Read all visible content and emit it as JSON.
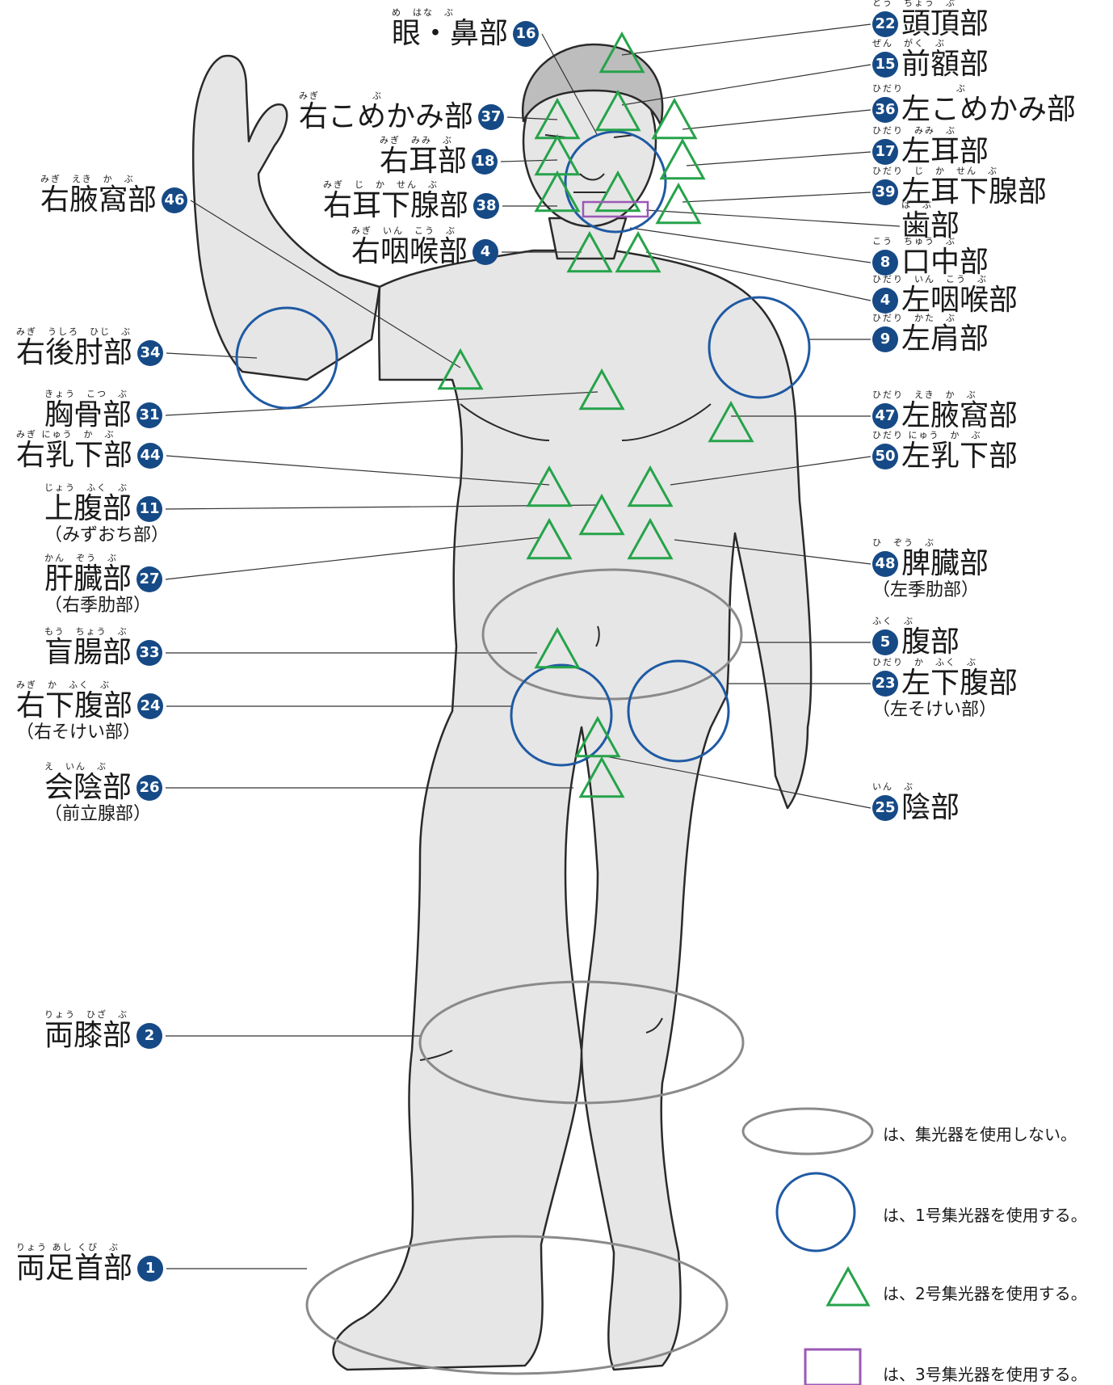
{
  "colors": {
    "body_fill": "#e8e8e8",
    "body_stroke": "#2a2a2a",
    "no_collector": "#8a8a8a",
    "collector_1": "#1f5aa3",
    "collector_2": "#26a34a",
    "collector_3": "#9b59b6",
    "badge": "#164a86"
  },
  "labels_left": [
    {
      "id": "16",
      "text": "眼・鼻部",
      "ruby": "め　はな　ぶ",
      "sub": ""
    },
    {
      "id": "37",
      "text": "右こめかみ部",
      "ruby": "みぎ　　　　　ぶ",
      "sub": ""
    },
    {
      "id": "18",
      "text": "右耳部",
      "ruby": "みぎ　みみ　ぶ",
      "sub": ""
    },
    {
      "id": "46",
      "text": "右腋窩部",
      "ruby": "みぎ　えき　か　ぶ",
      "sub": ""
    },
    {
      "id": "38",
      "text": "右耳下腺部",
      "ruby": "みぎ　じ　か　せん　ぶ",
      "sub": ""
    },
    {
      "id": "4",
      "text": "右咽喉部",
      "ruby": "みぎ　いん　こう　ぶ",
      "sub": ""
    },
    {
      "id": "34",
      "text": "右後肘部",
      "ruby": "みぎ　うしろ　ひじ　ぶ",
      "sub": ""
    },
    {
      "id": "31",
      "text": "胸骨部",
      "ruby": "きょう　こつ　ぶ",
      "sub": ""
    },
    {
      "id": "44",
      "text": "右乳下部",
      "ruby": "みぎ にゅう　か　ぶ",
      "sub": ""
    },
    {
      "id": "11",
      "text": "上腹部",
      "ruby": "じょう　ふく　ぶ",
      "sub": "（みずおち部）"
    },
    {
      "id": "27",
      "text": "肝臓部",
      "ruby": "かん　ぞう　ぶ",
      "sub": "（右季肋部）"
    },
    {
      "id": "33",
      "text": "盲腸部",
      "ruby": "もう　ちょう　ぶ",
      "sub": ""
    },
    {
      "id": "24",
      "text": "右下腹部",
      "ruby": "みぎ　か　ふく　ぶ",
      "sub": "（右そけい部）"
    },
    {
      "id": "26",
      "text": "会陰部",
      "ruby": "え　いん　ぶ",
      "sub": "（前立腺部）"
    },
    {
      "id": "2",
      "text": "両膝部",
      "ruby": "りょう　ひざ　ぶ",
      "sub": ""
    },
    {
      "id": "1",
      "text": "両足首部",
      "ruby": "りょう あし くび　ぶ",
      "sub": ""
    }
  ],
  "labels_right": [
    {
      "id": "22",
      "text": "頭頂部",
      "ruby": "とう　ちょう　ぶ",
      "sub": ""
    },
    {
      "id": "15",
      "text": "前額部",
      "ruby": "ぜん　がく　ぶ",
      "sub": ""
    },
    {
      "id": "36",
      "text": "左こめかみ部",
      "ruby": "ひだり　　　　　ぶ",
      "sub": ""
    },
    {
      "id": "17",
      "text": "左耳部",
      "ruby": "ひだり　みみ　ぶ",
      "sub": ""
    },
    {
      "id": "39",
      "text": "左耳下腺部",
      "ruby": "ひだり　じ　か　せん　ぶ",
      "sub": ""
    },
    {
      "id": "",
      "text": "歯部",
      "ruby": "は　ぶ",
      "sub": ""
    },
    {
      "id": "8",
      "text": "口中部",
      "ruby": "こう　ちゅう　ぶ",
      "sub": ""
    },
    {
      "id": "4",
      "text": "左咽喉部",
      "ruby": "ひだり　いん　こう　ぶ",
      "sub": ""
    },
    {
      "id": "9",
      "text": "左肩部",
      "ruby": "ひだり　かた　ぶ",
      "sub": ""
    },
    {
      "id": "47",
      "text": "左腋窩部",
      "ruby": "ひだり　えき　か　ぶ",
      "sub": ""
    },
    {
      "id": "50",
      "text": "左乳下部",
      "ruby": "ひだり にゅう　か　ぶ",
      "sub": ""
    },
    {
      "id": "48",
      "text": "脾臓部",
      "ruby": "ひ　ぞう　ぶ",
      "sub": "（左季肋部）"
    },
    {
      "id": "5",
      "text": "腹部",
      "ruby": "ふく　ぶ",
      "sub": ""
    },
    {
      "id": "23",
      "text": "左下腹部",
      "ruby": "ひだり　か　ふく　ぶ",
      "sub": "（左そけい部）"
    },
    {
      "id": "25",
      "text": "陰部",
      "ruby": "いん　ぶ",
      "sub": ""
    }
  ],
  "legend": [
    {
      "shape": "ellipse-gray",
      "text": "は、集光器を使用しない。"
    },
    {
      "shape": "circle-blue",
      "text": "は、1号集光器を使用する。"
    },
    {
      "shape": "triangle-green",
      "text": "は、2号集光器を使用する。"
    },
    {
      "shape": "square-purple",
      "text": "は、3号集光器を使用する。"
    }
  ]
}
